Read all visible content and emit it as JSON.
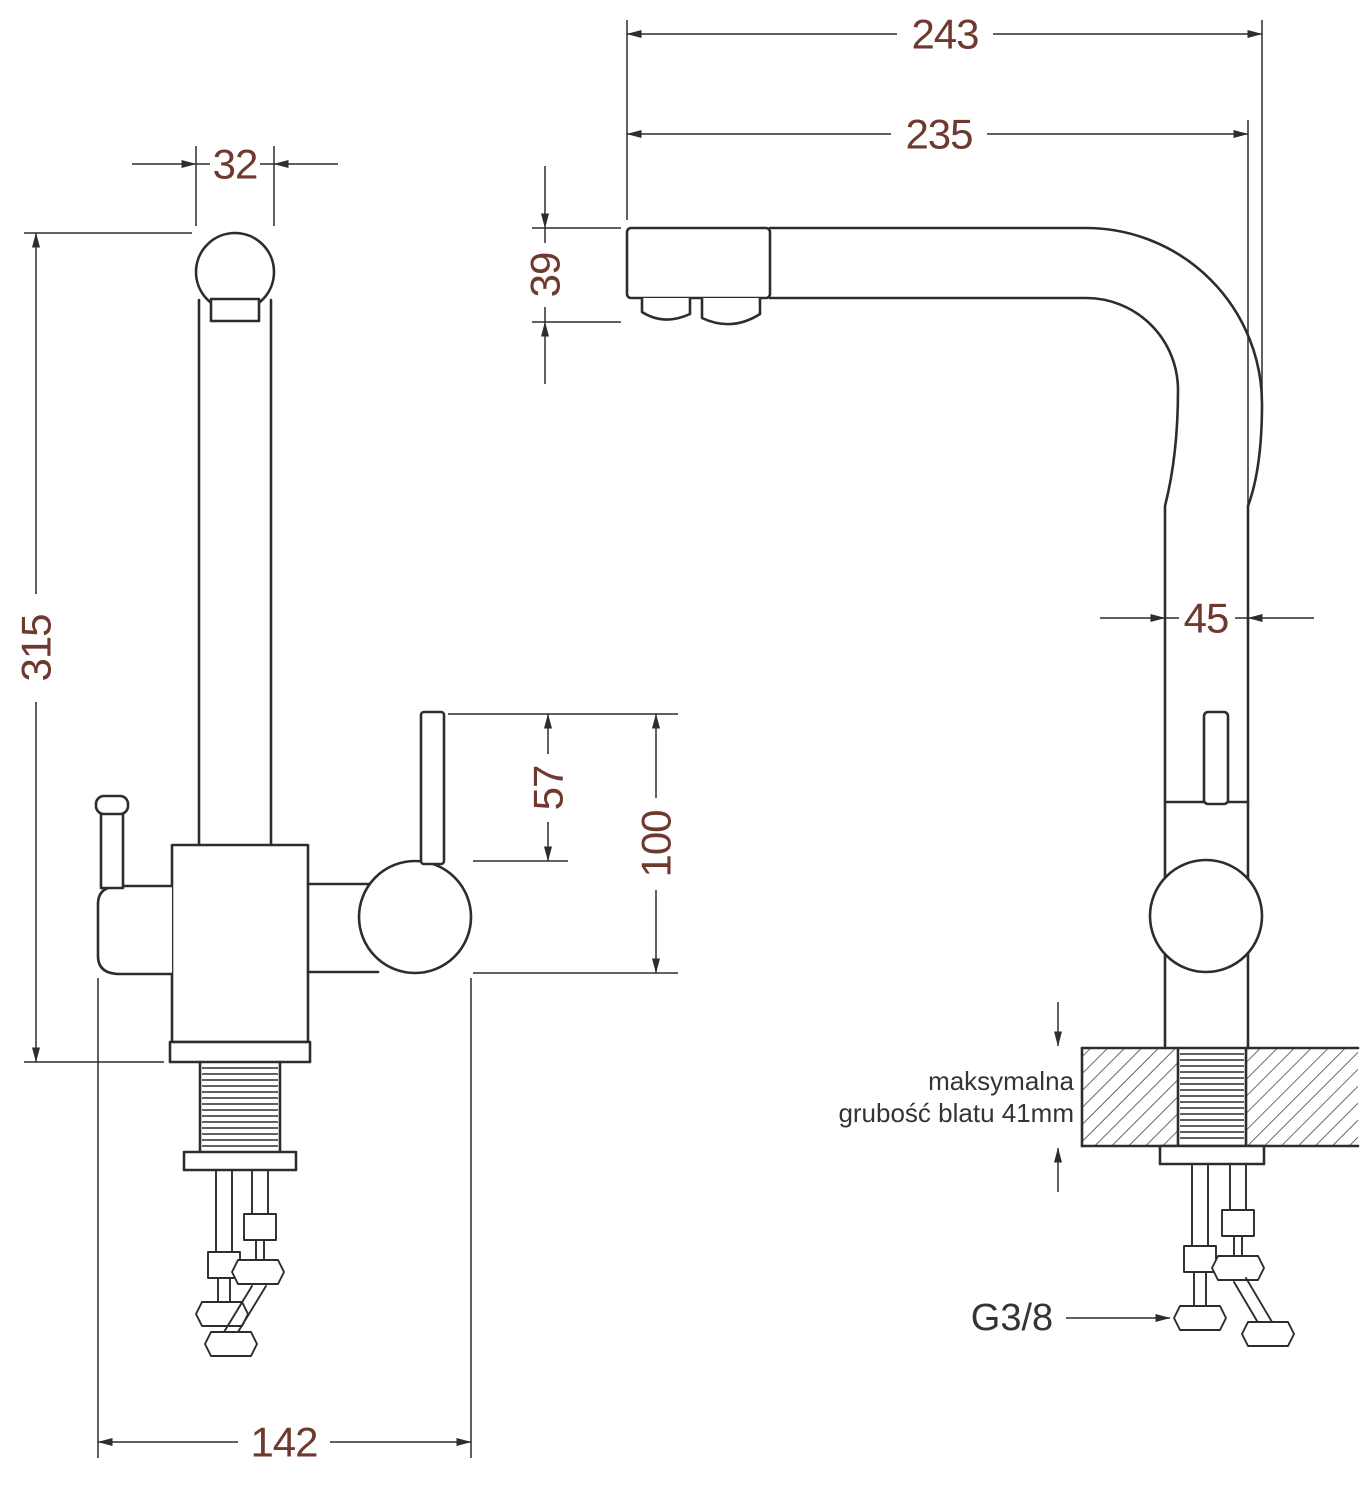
{
  "colors": {
    "line": "#2d2d2d",
    "dimension_text": "#6e392e",
    "note_text": "#343434",
    "background": "#ffffff"
  },
  "front_view": {
    "dim_spout_diameter": "32",
    "dim_total_height": "315",
    "dim_lever_height": "57",
    "dim_joint_height": "100",
    "dim_base_width": "142"
  },
  "side_view": {
    "dim_total_reach": "243",
    "dim_spout_reach": "235",
    "dim_spout_head_height": "39",
    "dim_body_width": "45",
    "note_line1": "maksymalna",
    "note_line2": "grubość blatu 41mm",
    "thread_label": "G3/8"
  }
}
